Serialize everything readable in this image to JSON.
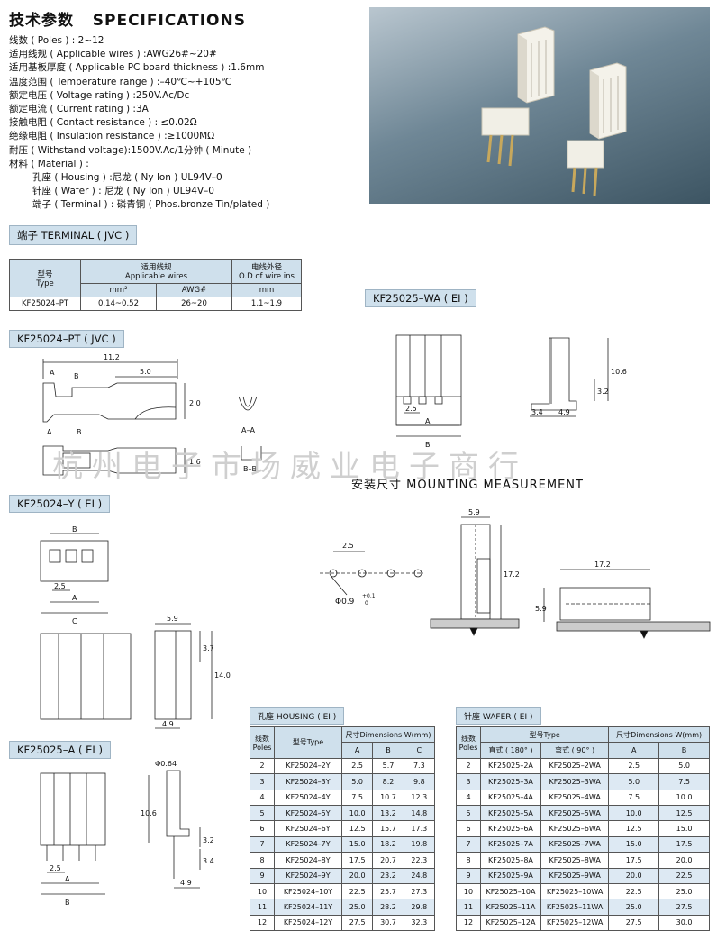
{
  "header": {
    "title_cn": "技术参数",
    "title_en": "SPECIFICATIONS"
  },
  "specs": [
    "线数 ( Poles ) :  2~12",
    "适用线规 ( Applicable wires ) :AWG26#~20#",
    "适用基板厚度 ( Applicable PC board thickness ) :1.6mm",
    "温度范围 ( Temperature range ) :–40℃~+105℃",
    "额定电压 ( Voltage rating ) :250V.Ac/Dc",
    "额定电流 ( Current rating ) :3A",
    "接触电阻 ( Contact resistance ) :  ≤0.02Ω",
    "绝缘电阻 ( Insulation resistance ) :≥1000MΩ",
    "耐压 ( Withstand voltage):1500V.Ac/1分钟 ( Minute )",
    "材料 ( Material ) :"
  ],
  "materials": [
    "孔座 ( Housing ) :尼龙 ( Ny lon ) UL94V–0",
    "针座 ( Wafer ) :  尼龙 ( Ny lon ) UL94V–0",
    "端子 ( Terminal ) :  磷青铜 ( Phos.bronze Tin/plated )"
  ],
  "sections": {
    "terminal": "端子 TERMINAL ( JVC )",
    "wa": "KF25025–WA ( EI )",
    "pt": "KF25024–PT ( JVC )",
    "y": "KF25024–Y ( EI )",
    "a": "KF25025–A ( EI )",
    "mounting": "安装尺寸     MOUNTING MEASUREMENT"
  },
  "watermark": "杭州电子市场威业电子商行",
  "terminal_table": {
    "h_model": "型号",
    "h_type": "Type",
    "h_wires_cn": "适用线规",
    "h_wires_en": "Applicable wires",
    "h_od_cn": "电线外径",
    "h_od_en": "O.D of wire ins",
    "h_mm2": "mm²",
    "h_awg": "AWG#",
    "h_mm": "mm",
    "row": {
      "model": "KF25024–PT",
      "mm2": "0.14~0.52",
      "awg": "26~20",
      "od": "1.1~1.9"
    }
  },
  "dims": {
    "pt_len": "11.2",
    "pt_5": "5.0",
    "pt_2": "2.0",
    "pt_16": "1.6",
    "A": "A",
    "B": "B",
    "C": "C",
    "AA": "A–A",
    "BB": "B–B",
    "p25": "2.5",
    "w59": "5.9",
    "h37": "3.7",
    "h140": "14.0",
    "d49": "4.9",
    "h106": "10.6",
    "h32": "3.2",
    "d34": "3.4",
    "d064": "Φ0.64",
    "hole": "Φ0.9",
    "tol_p": "+0.1",
    "tol_z": "0",
    "d172": "17.2"
  },
  "housing_table": {
    "title": "孔座 HOUSING ( EI )",
    "h_poles": "线数",
    "h_poles_en": "Poles",
    "h_type": "型号Type",
    "h_dim": "尺寸Dimensions W(mm)",
    "cols": [
      "A",
      "B",
      "C"
    ],
    "rows": [
      [
        "2",
        "KF25024–2Y",
        "2.5",
        "5.7",
        "7.3"
      ],
      [
        "3",
        "KF25024–3Y",
        "5.0",
        "8.2",
        "9.8"
      ],
      [
        "4",
        "KF25024–4Y",
        "7.5",
        "10.7",
        "12.3"
      ],
      [
        "5",
        "KF25024–5Y",
        "10.0",
        "13.2",
        "14.8"
      ],
      [
        "6",
        "KF25024–6Y",
        "12.5",
        "15.7",
        "17.3"
      ],
      [
        "7",
        "KF25024–7Y",
        "15.0",
        "18.2",
        "19.8"
      ],
      [
        "8",
        "KF25024–8Y",
        "17.5",
        "20.7",
        "22.3"
      ],
      [
        "9",
        "KF25024–9Y",
        "20.0",
        "23.2",
        "24.8"
      ],
      [
        "10",
        "KF25024–10Y",
        "22.5",
        "25.7",
        "27.3"
      ],
      [
        "11",
        "KF25024–11Y",
        "25.0",
        "28.2",
        "29.8"
      ],
      [
        "12",
        "KF25024–12Y",
        "27.5",
        "30.7",
        "32.3"
      ]
    ]
  },
  "wafer_table": {
    "title": "针座 WAFER ( EI )",
    "h_poles": "线数",
    "h_poles_en": "Poles",
    "h_type": "型号Type",
    "h_straight": "直式 ( 180° )",
    "h_right": "弯式 ( 90° )",
    "h_dim": "尺寸Dimensions W(mm)",
    "cols": [
      "A",
      "B"
    ],
    "rows": [
      [
        "2",
        "KF25025–2A",
        "KF25025–2WA",
        "2.5",
        "5.0"
      ],
      [
        "3",
        "KF25025–3A",
        "KF25025–3WA",
        "5.0",
        "7.5"
      ],
      [
        "4",
        "KF25025–4A",
        "KF25025–4WA",
        "7.5",
        "10.0"
      ],
      [
        "5",
        "KF25025–5A",
        "KF25025–5WA",
        "10.0",
        "12.5"
      ],
      [
        "6",
        "KF25025–6A",
        "KF25025–6WA",
        "12.5",
        "15.0"
      ],
      [
        "7",
        "KF25025–7A",
        "KF25025–7WA",
        "15.0",
        "17.5"
      ],
      [
        "8",
        "KF25025–8A",
        "KF25025–8WA",
        "17.5",
        "20.0"
      ],
      [
        "9",
        "KF25025–9A",
        "KF25025–9WA",
        "20.0",
        "22.5"
      ],
      [
        "10",
        "KF25025–10A",
        "KF25025–10WA",
        "22.5",
        "25.0"
      ],
      [
        "11",
        "KF25025–11A",
        "KF25025–11WA",
        "25.0",
        "27.5"
      ],
      [
        "12",
        "KF25025–12A",
        "KF25025–12WA",
        "27.5",
        "30.0"
      ]
    ]
  }
}
